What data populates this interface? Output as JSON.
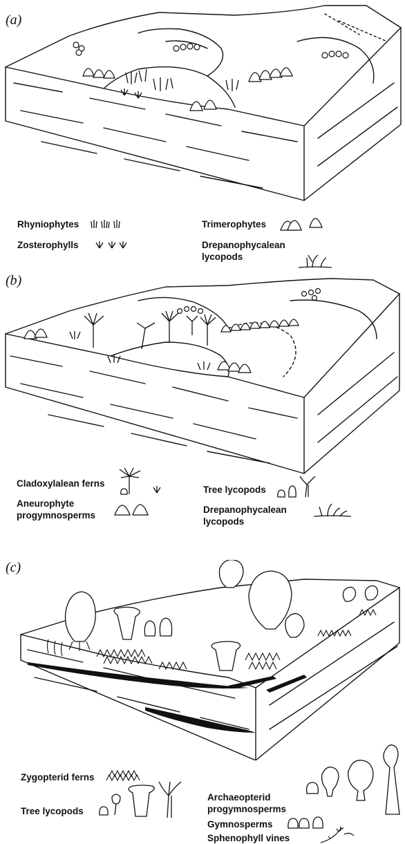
{
  "panels": [
    {
      "label": "(a)",
      "legend": {
        "rhyniophytes": "Rhyniophytes",
        "zosterophylls": "Zosterophylls",
        "trimerophytes": "Trimerophytes",
        "drepanophycalean": [
          "Drepanophycalean",
          "lycopods"
        ]
      }
    },
    {
      "label": "(b)",
      "legend": {
        "cladoxylalean": "Cladoxylalean ferns",
        "aneurophyte": [
          "Aneurophyte",
          "progymnosperms"
        ],
        "tree_lycopods": "Tree lycopods",
        "drepanophycalean": [
          "Drepanophycalean",
          "lycopods"
        ]
      }
    },
    {
      "label": "(c)",
      "legend": {
        "zygopterid": "Zygopterid ferns",
        "tree_lycopods": "Tree lycopods",
        "archaeopterid": [
          "Archaeopterid",
          "progymnosperms"
        ],
        "gymnosperms": "Gymnosperms",
        "sphenophyll": "Sphenophyll vines"
      }
    }
  ],
  "colors": {
    "ink": "#111111",
    "paper": "#ffffff"
  }
}
